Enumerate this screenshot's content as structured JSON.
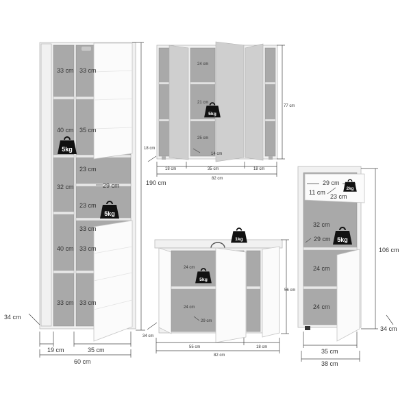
{
  "tall_cabinet": {
    "labels": [
      "33 cm",
      "33 cm",
      "40 cm",
      "35 cm",
      "23 cm",
      "32 cm",
      "29 cm",
      "23 cm",
      "33 cm",
      "40 cm",
      "33 cm",
      "33 cm",
      "33 cm"
    ],
    "weights": [
      "5kg",
      "5kg"
    ],
    "depth": "34 cm",
    "height": "190 cm",
    "width_inner_left": "19 cm",
    "width_inner_right": "35 cm",
    "width_total": "60 cm"
  },
  "mirror_cabinet": {
    "labels": [
      "24 cm",
      "21 cm",
      "25 cm",
      "14 cm"
    ],
    "weight": "5kg",
    "height": "77 cm",
    "depth": "18 cm",
    "width_left": "18 cm",
    "width_middle": "35 cm",
    "width_right": "18 cm",
    "width_total": "82 cm"
  },
  "vanity_cabinet": {
    "labels": [
      "24 cm",
      "24 cm",
      "29 cm"
    ],
    "weights": [
      "5kg",
      "1kg"
    ],
    "height": "56 cm",
    "depth": "34 cm",
    "width_left": "55 cm",
    "width_right": "18 cm",
    "width_total": "82 cm"
  },
  "side_cabinet": {
    "labels": [
      "29 cm",
      "11 cm",
      "23 cm",
      "32 cm",
      "29 cm",
      "24 cm",
      "24 cm"
    ],
    "weights": [
      "2kg",
      "5kg"
    ],
    "height": "106 cm",
    "depth": "34 cm",
    "width_inner": "35 cm",
    "width_total": "38 cm"
  }
}
